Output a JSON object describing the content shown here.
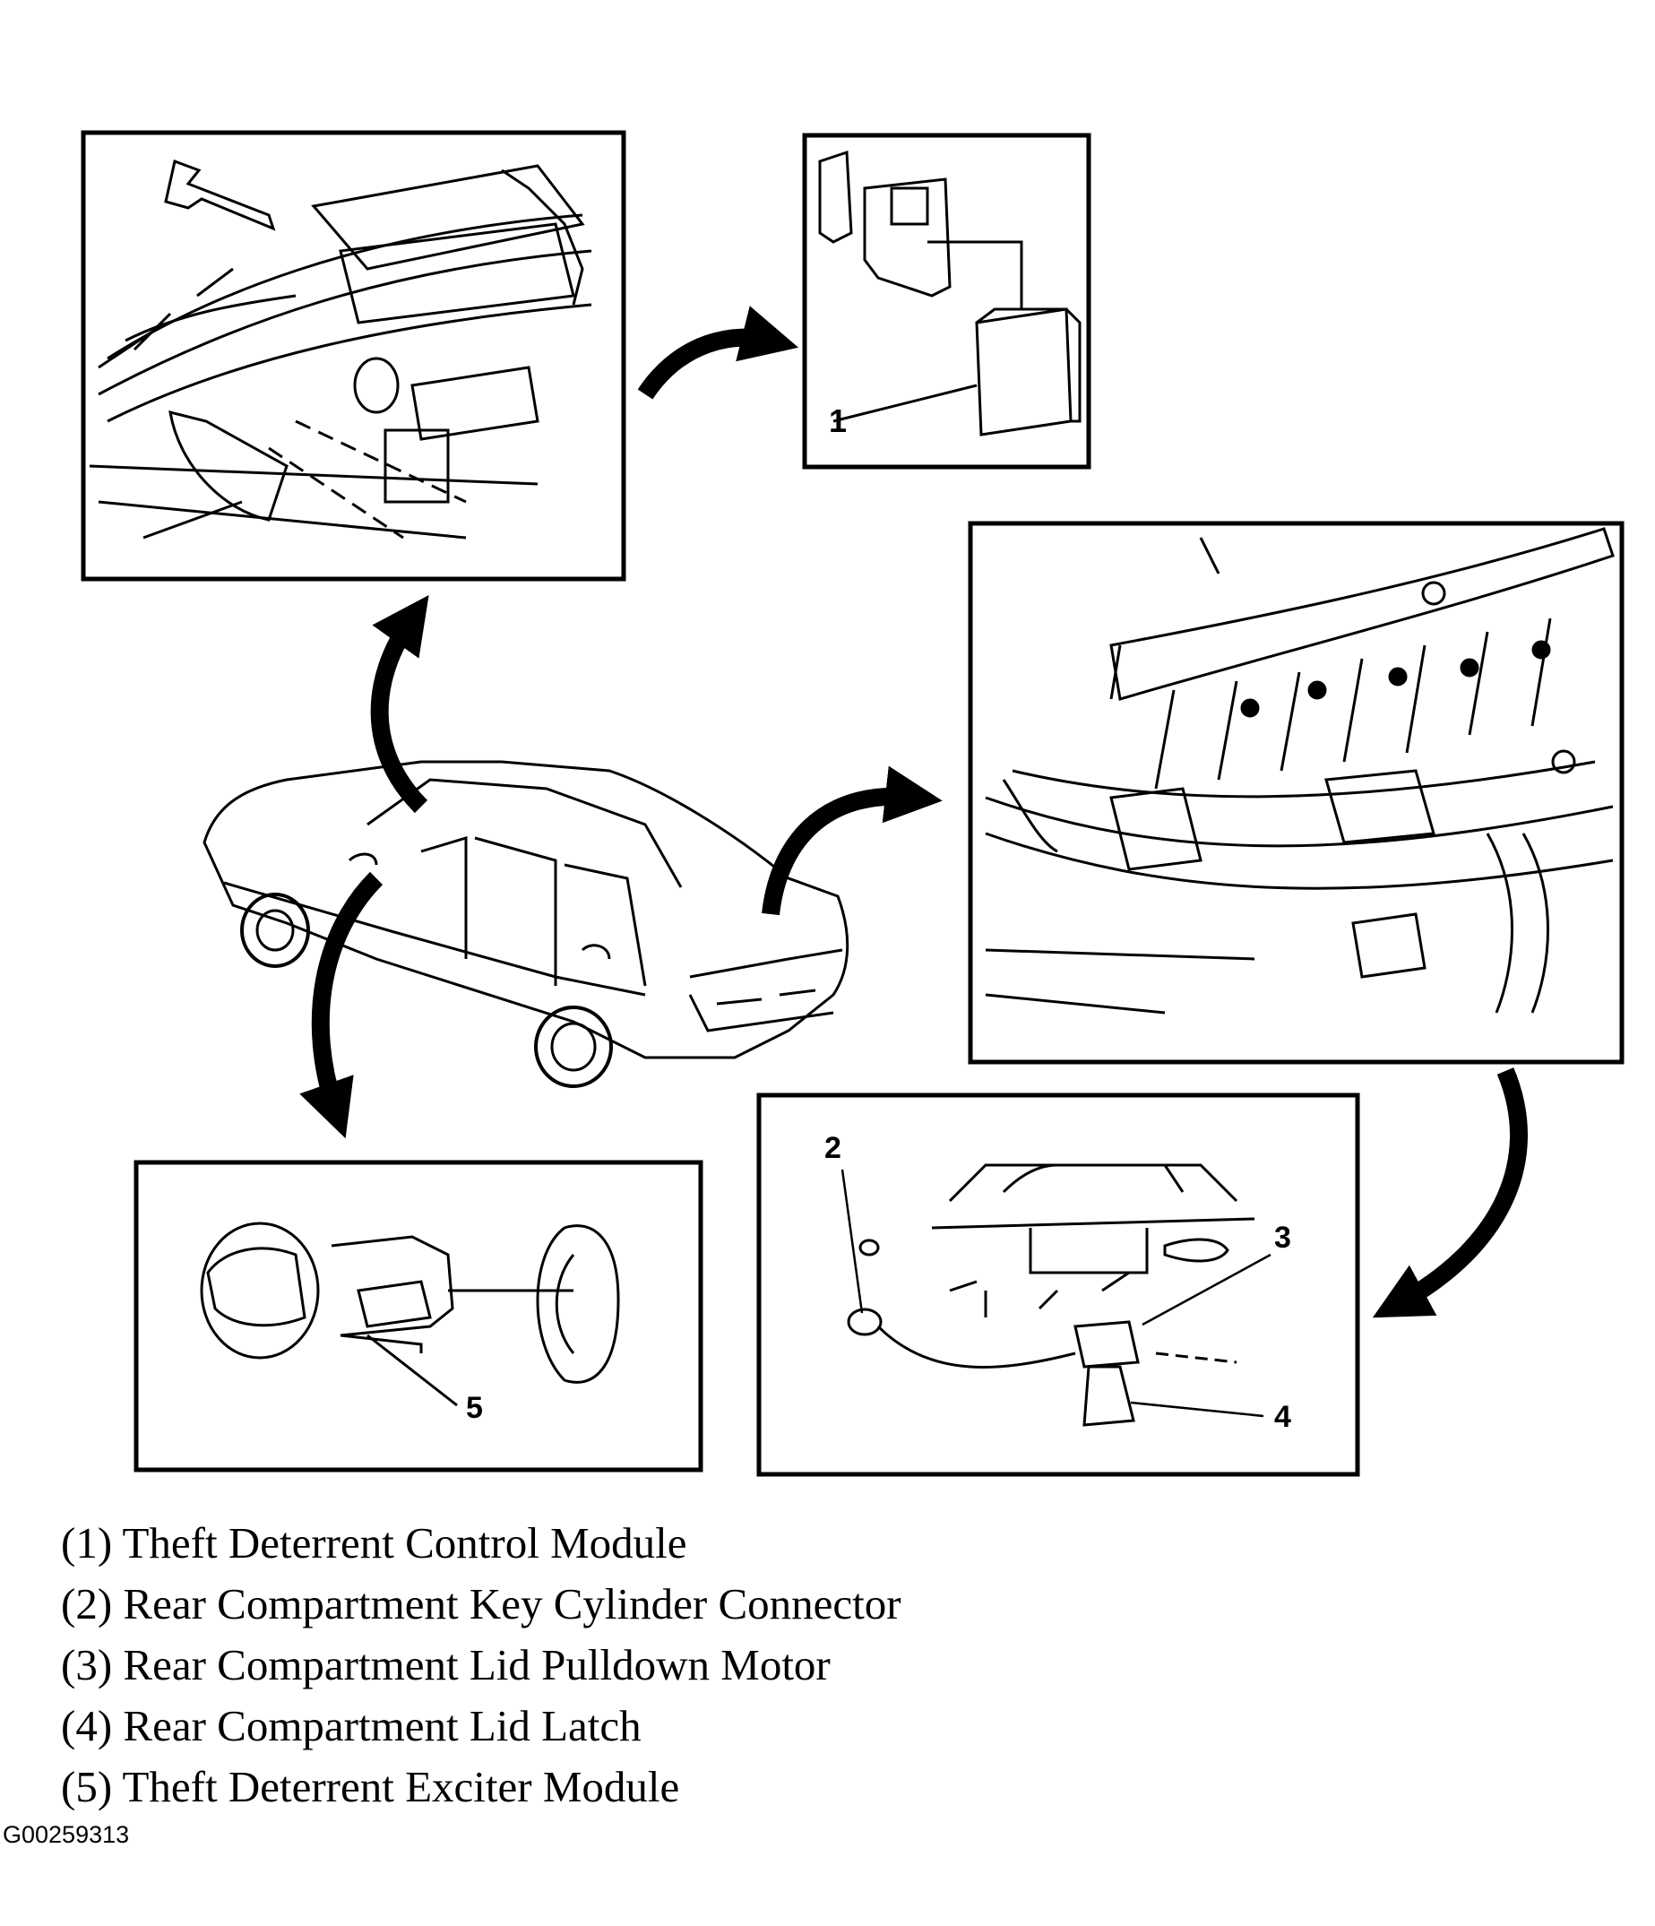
{
  "callouts": {
    "c1": "1",
    "c2": "2",
    "c3": "3",
    "c4": "4",
    "c5": "5"
  },
  "legend": [
    "(1) Theft Deterrent Control Module",
    "(2) Rear Compartment Key Cylinder Connector",
    "(3) Rear Compartment Lid Pulldown Motor",
    "(4) Rear Compartment Lid Latch",
    "(5) Theft Deterrent Exciter Module"
  ],
  "figure_id": "G00259313"
}
